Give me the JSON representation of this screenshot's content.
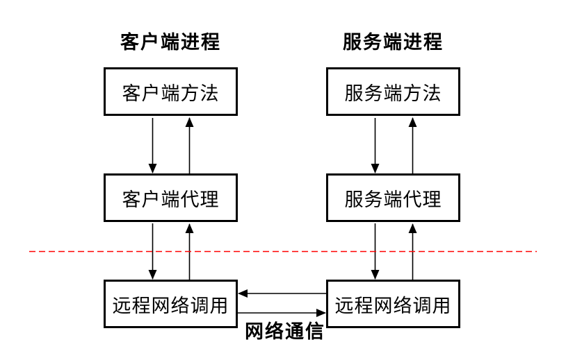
{
  "diagram": {
    "headers": {
      "client": "客户端进程",
      "server": "服务端进程"
    },
    "boxes": {
      "client_method": "客户端方法",
      "client_proxy": "客户端代理",
      "client_rpc": "远程网络调用",
      "server_method": "服务端方法",
      "server_proxy": "服务端代理",
      "server_rpc": "远程网络调用"
    },
    "network_label": "网络通信",
    "colors": {
      "line": "#000000",
      "box_border": "#000000",
      "divider": "#ff0000",
      "background": "#ffffff"
    }
  }
}
